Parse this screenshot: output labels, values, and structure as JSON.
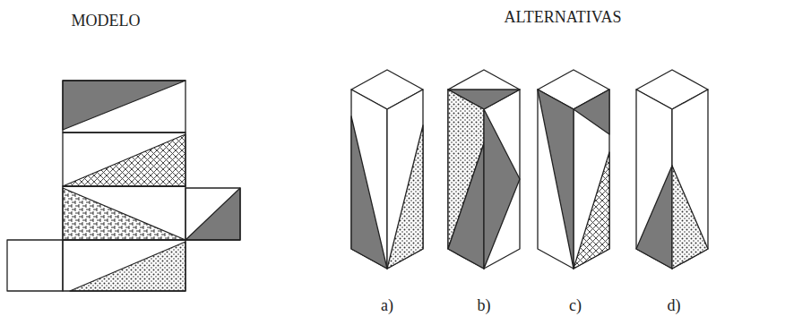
{
  "diagram": {
    "labels": [
      "MODELO",
      "ALTERNATIVAS",
      "a)",
      "b)",
      "c)",
      "d)"
    ]
  }
}
